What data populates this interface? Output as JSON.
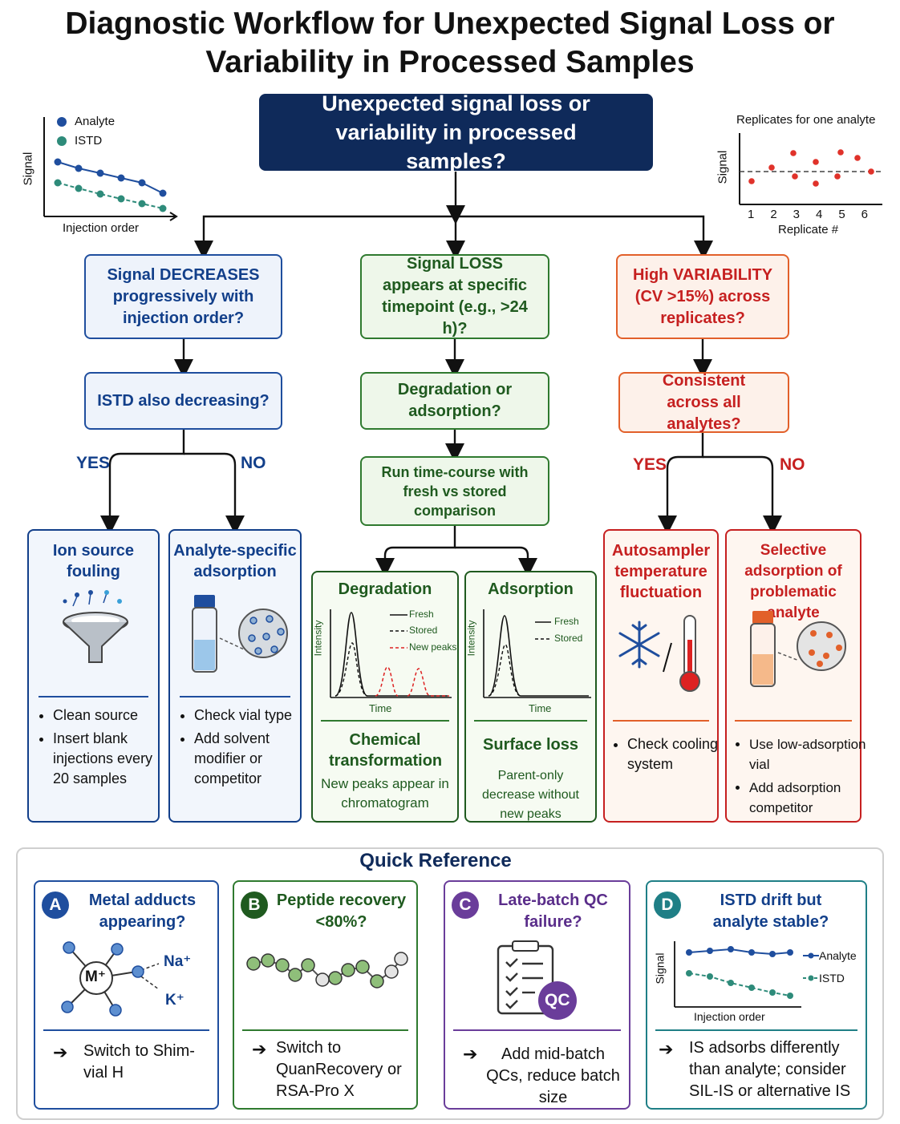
{
  "title_line1": "Diagnostic Workflow for Unexpected Signal Loss or",
  "title_line2": "Variability in Processed Samples",
  "root_question": "Unexpected signal loss or variability in processed samples?",
  "left_inset": {
    "legend_analyte": "Analyte",
    "legend_istd": "ISTD",
    "ylabel": "Signal",
    "xlabel": "Injection order"
  },
  "right_inset": {
    "title": "Replicates for one analyte",
    "ylabel": "Signal",
    "xlabel": "Replicate #",
    "ticks": [
      "1",
      "2",
      "3",
      "4",
      "5",
      "6"
    ]
  },
  "colors": {
    "blue": "#1f4e9e",
    "green": "#2f7a2f",
    "red": "#e2602a",
    "navy": "#0f2a5a",
    "purple": "#6a3d9a",
    "teal": "#1f7f86"
  },
  "branch_blue": {
    "q1": "Signal DECREASES progressively with injection order?",
    "q2": "ISTD also decreasing?",
    "yes": "YES",
    "no": "NO",
    "card_yes": {
      "title": "Ion source fouling",
      "icon": "funnel-icon",
      "bullets": [
        "Clean source",
        "Insert blank injections every 20 samples"
      ]
    },
    "card_no": {
      "title": "Analyte-specific adsorption",
      "icon": "vial-icon",
      "bullets": [
        "Check vial type",
        "Add solvent modifier or competitor"
      ]
    }
  },
  "branch_green": {
    "q1": "Signal LOSS appears at specific timepoint (e.g., >24 h)?",
    "q2": "Degradation or adsorption?",
    "q3": "Run time-course with fresh vs stored comparison",
    "card_deg": {
      "title": "Degradation",
      "legend": [
        "Fresh",
        "Stored",
        "New peaks"
      ],
      "ylabel": "Intensity",
      "xlabel": "Time",
      "subtitle": "Chemical transformation",
      "text": "New peaks appear in chromatogram"
    },
    "card_ads": {
      "title": "Adsorption",
      "legend": [
        "Fresh",
        "Stored"
      ],
      "ylabel": "Intensity",
      "xlabel": "Time",
      "subtitle": "Surface loss",
      "text": "Parent-only decrease without new peaks"
    }
  },
  "branch_red": {
    "q1": "High VARIABILITY (CV >15%) across replicates?",
    "q2": "Consistent across all analytes?",
    "yes": "YES",
    "no": "NO",
    "card_yes": {
      "title": "Autosampler temperature fluctuation",
      "icon": "snowflake-thermometer-icon",
      "bullets": [
        "Check cooling system"
      ]
    },
    "card_no": {
      "title": "Selective adsorption of problematic analyte",
      "icon": "vial-icon",
      "bullets": [
        "Use low-adsorption vial",
        "Add adsorption competitor"
      ]
    }
  },
  "quick_reference": {
    "title": "Quick Reference",
    "cards": [
      {
        "badge": "A",
        "title": "Metal adducts appearing?",
        "center": "M⁺",
        "na": "Na⁺",
        "k": "K⁺",
        "action": "Switch to Shim-vial H"
      },
      {
        "badge": "B",
        "title": "Peptide recovery <80%?",
        "action": "Switch to QuanRecovery or RSA-Pro X"
      },
      {
        "badge": "C",
        "title": "Late-batch QC failure?",
        "qc": "QC",
        "action": "Add mid-batch QCs, reduce batch size"
      },
      {
        "badge": "D",
        "title": "ISTD drift but analyte stable?",
        "ylabel": "Signal",
        "xlabel": "Injection order",
        "legend_analyte": "Analyte",
        "legend_istd": "ISTD",
        "action": "IS adsorbs differently than analyte; consider SIL-IS or alternative IS"
      }
    ]
  }
}
